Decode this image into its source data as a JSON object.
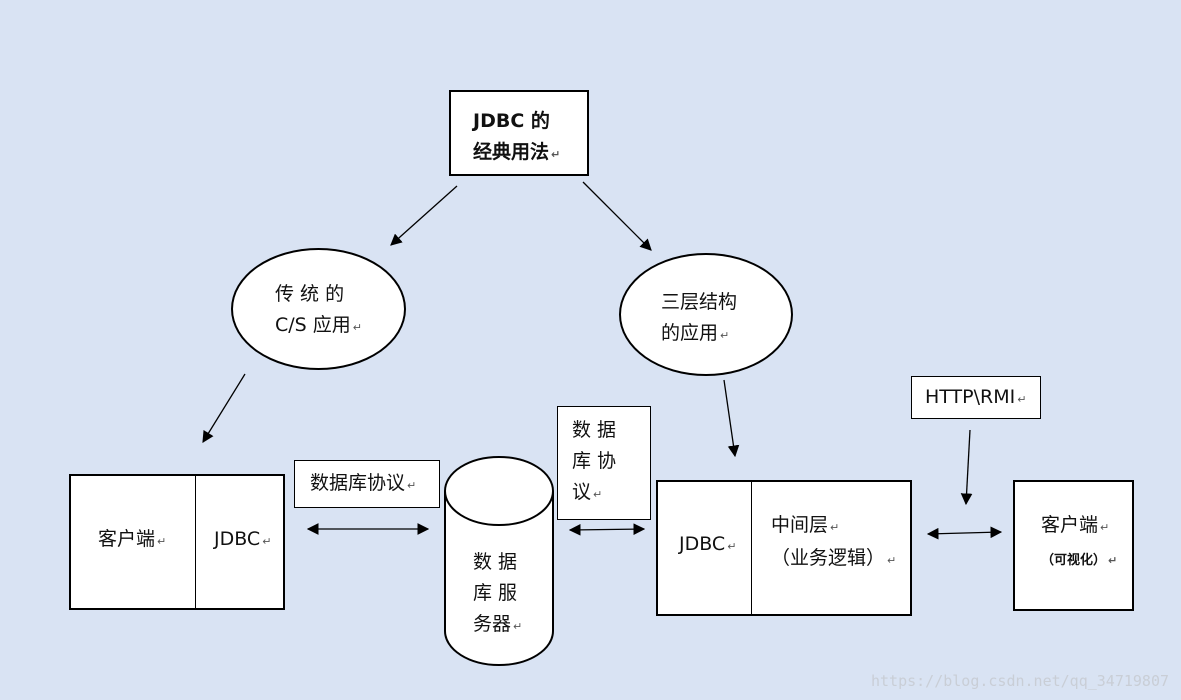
{
  "root": {
    "line1": "JDBC  的",
    "line2": "经典用法"
  },
  "cs": {
    "line1": "传 统 的",
    "line2": "C/S 应用"
  },
  "three_tier": {
    "line1": "三层结构",
    "line2": "的应用"
  },
  "cs_client": {
    "client": "客户端",
    "jdbc": "JDBC"
  },
  "protocol_left": "数据库协议",
  "db_server": {
    "line1": "数  据",
    "line2": "库  服",
    "line3": "务器"
  },
  "protocol_right": {
    "line1": "数  据",
    "line2": "库  协",
    "line3": "议"
  },
  "middle": {
    "jdbc": "JDBC",
    "line1": "中间层",
    "line2": "（业务逻辑）"
  },
  "http_rmi": "HTTP\\RMI",
  "visual_client": {
    "line1": "客户端",
    "line2": "（可视化）"
  },
  "paragraph_mark": "↵",
  "watermark": "https://blog.csdn.net/qq_34719807"
}
